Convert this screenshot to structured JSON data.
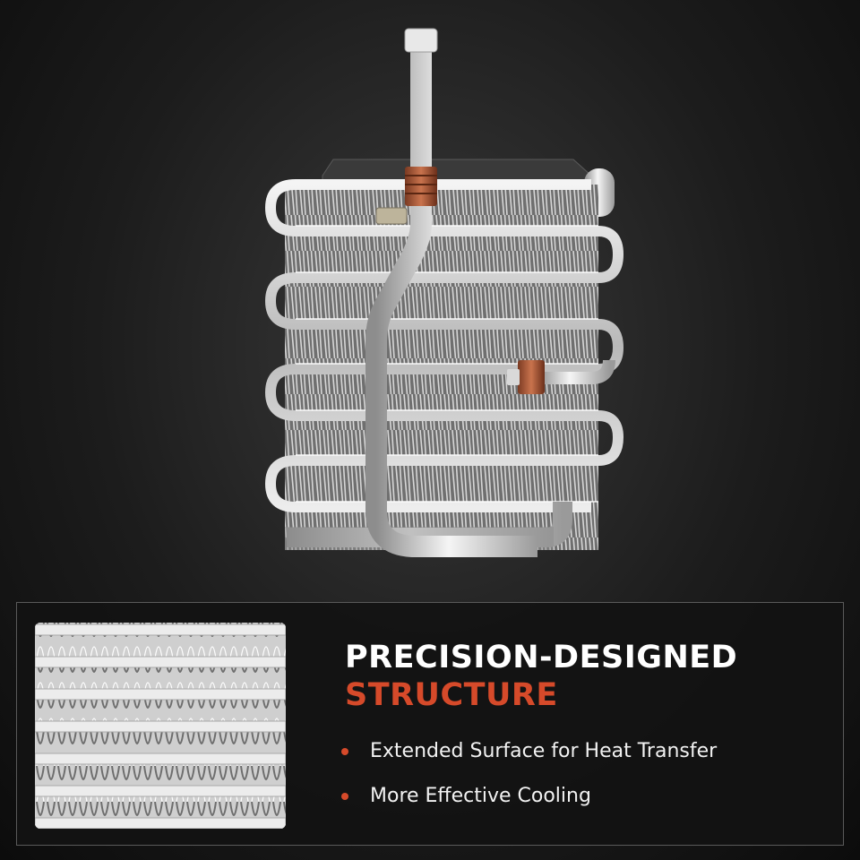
{
  "colors": {
    "accent": "#d64a2a",
    "heading": "#ffffff",
    "text": "#f2f2f2"
  },
  "image": {
    "subject": "evaporator-core-icon",
    "detail": "fin-closeup-icon"
  },
  "headline": {
    "line1": "PRECISION-DESIGNED",
    "line2": "STRUCTURE"
  },
  "features": [
    {
      "text": "Extended Surface for Heat Transfer"
    },
    {
      "text": "More Effective Cooling"
    }
  ]
}
